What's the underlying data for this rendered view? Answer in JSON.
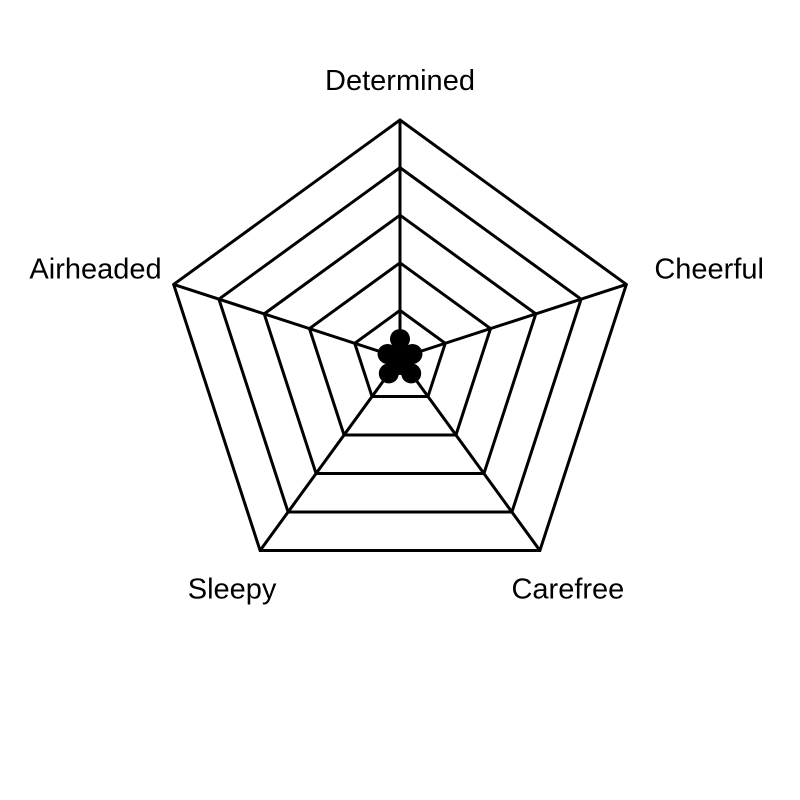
{
  "chart_data": {
    "type": "radar",
    "axes": [
      "Determined",
      "Cheerful",
      "Carefree",
      "Sleepy",
      "Airheaded"
    ],
    "series": [
      {
        "values": [
          0.8,
          0.55,
          0.8,
          0.8,
          0.55
        ]
      }
    ],
    "range": [
      0,
      10
    ],
    "rings": 5,
    "grid": true,
    "legend": "none",
    "colors": {
      "grid": "#000000",
      "series_fill": "#000000",
      "series_stroke": "#000000",
      "label": "#000000"
    }
  }
}
